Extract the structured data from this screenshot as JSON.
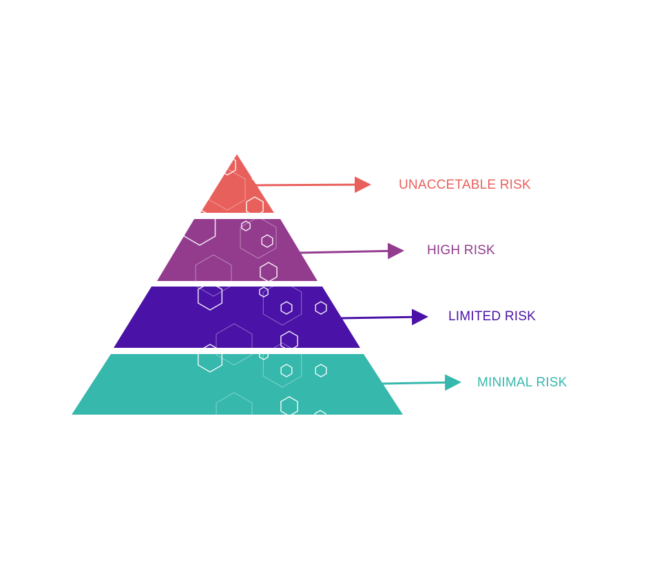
{
  "tiers": [
    {
      "label": "UNACCETABLE RISK",
      "color": "#e8605c"
    },
    {
      "label": "HIGH RISK",
      "color": "#933c8e"
    },
    {
      "label": "LIMITED RISK",
      "color": "#4a12a6"
    },
    {
      "label": "MINIMAL RISK",
      "color": "#36b8ac"
    }
  ]
}
